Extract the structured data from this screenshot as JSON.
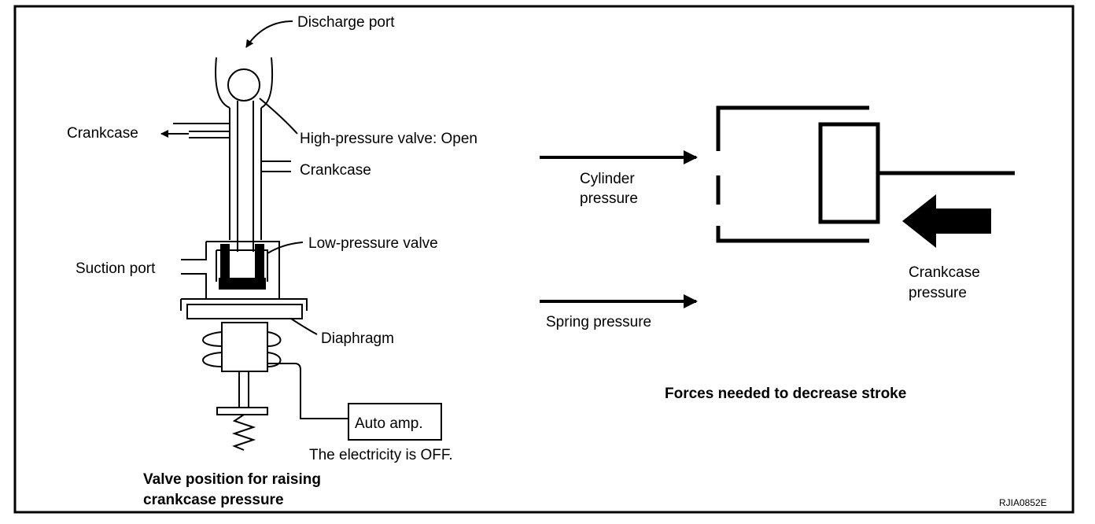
{
  "left_diagram": {
    "labels": {
      "discharge_port": "Discharge port",
      "high_pressure_valve": "High-pressure valve: Open",
      "crankcase_top": "Crankcase",
      "crankcase_mid": "Crankcase",
      "low_pressure_valve": "Low-pressure valve",
      "suction_port": "Suction port",
      "diaphragm": "Diaphragm",
      "auto_amp": "Auto amp.",
      "electricity_status": "The electricity is OFF."
    },
    "caption": [
      "Valve position for raising",
      "crankcase pressure"
    ]
  },
  "right_diagram": {
    "labels": {
      "cylinder_pressure": [
        "Cylinder",
        "pressure"
      ],
      "crankcase_pressure": [
        "Crankcase",
        "pressure"
      ],
      "spring_pressure": "Spring pressure"
    },
    "caption": "Forces needed to decrease stroke"
  },
  "figure_code": "RJIA0852E"
}
